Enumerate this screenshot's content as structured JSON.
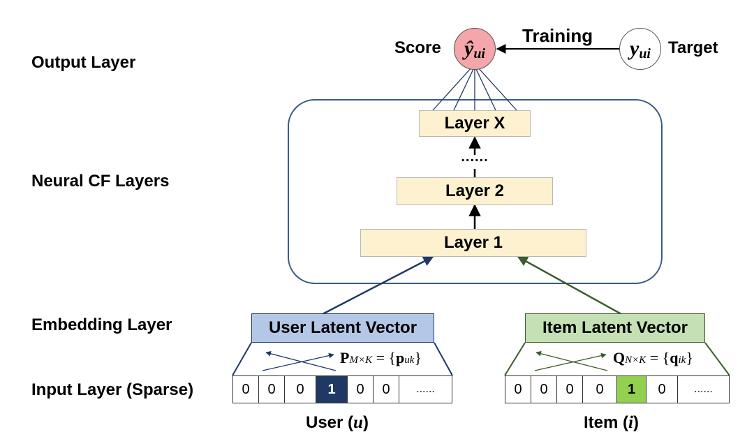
{
  "row_labels": {
    "output": "Output Layer",
    "neural": "Neural CF Layers",
    "embedding": "Embedding Layer",
    "input": "Input Layer (Sparse)"
  },
  "output": {
    "score_label": "Score",
    "score_symbol": "ŷ",
    "score_sub": "ui",
    "training_label": "Training",
    "target_symbol": "y",
    "target_sub": "ui",
    "target_label": "Target"
  },
  "layers": {
    "top": "Layer X",
    "ellipsis": "......",
    "second": "Layer 2",
    "first": "Layer 1"
  },
  "user": {
    "latent_label": "User Latent Vector",
    "matrix_symbol": "P",
    "matrix_sub": "M×K",
    "matrix_eq": " = {",
    "elem_symbol": "p",
    "elem_sub": "uk",
    "close": "}",
    "cells": [
      "0",
      "0",
      "0",
      "1",
      "0",
      "0",
      "......"
    ],
    "hot_index": 3,
    "bottom_word": "User (",
    "bottom_var": "u",
    "bottom_close": ")"
  },
  "item": {
    "latent_label": "Item Latent Vector",
    "matrix_symbol": "Q",
    "matrix_sub": "N×K",
    "matrix_eq": " = {",
    "elem_symbol": "q",
    "elem_sub": "ik",
    "close": "}",
    "cells": [
      "0",
      "0",
      "0",
      "0",
      "1",
      "0",
      "......"
    ],
    "hot_index": 4,
    "bottom_word": "Item (",
    "bottom_var": "i",
    "bottom_close": ")"
  },
  "colors": {
    "layer_fill": "#fdf1cf",
    "user_latent_fill": "#b4c7e7",
    "user_arrow": "#1f3864",
    "item_latent_fill": "#c5e0b4",
    "item_arrow": "#3a5e2a",
    "score_fill": "#f4a6aa",
    "frame_stroke": "#3b5a85"
  }
}
